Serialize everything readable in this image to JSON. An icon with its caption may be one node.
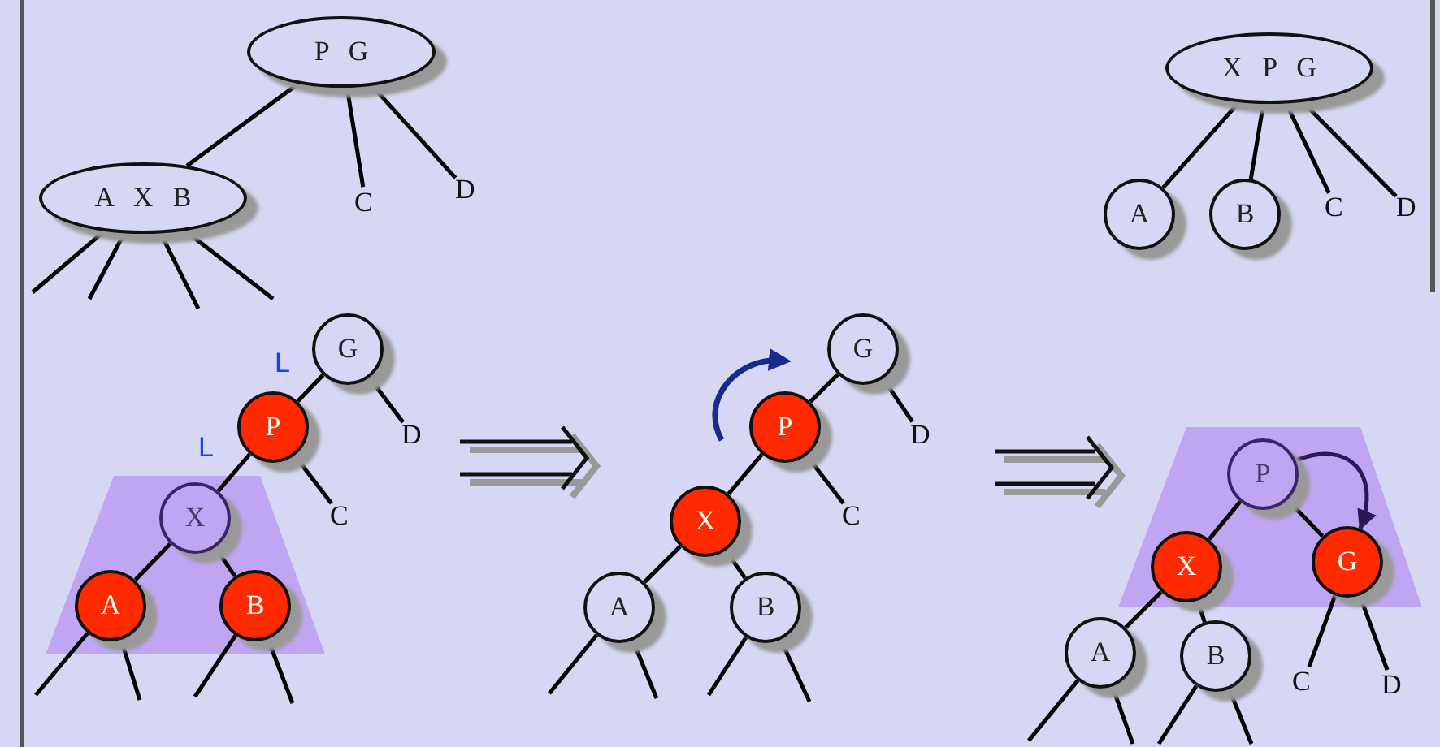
{
  "diagram": {
    "nodes": [
      {
        "text": [
          "P G"
        ]
      },
      {
        "text": [
          "A X B"
        ]
      },
      {
        "text": [
          "C"
        ]
      },
      {
        "text": [
          "D"
        ]
      },
      {
        "text": [
          "X P G"
        ]
      },
      {
        "text": [
          "A"
        ]
      },
      {
        "text": [
          "B"
        ]
      },
      {
        "text": [
          "C"
        ]
      },
      {
        "text": [
          "D"
        ]
      },
      {
        "text": [
          "G"
        ]
      },
      {
        "text": [
          "P"
        ]
      },
      {
        "text": [
          "X"
        ]
      },
      {
        "text": [
          "A"
        ]
      },
      {
        "text": [
          "B"
        ]
      },
      {
        "text": [
          "D"
        ]
      },
      {
        "text": [
          "C"
        ]
      },
      {
        "text": [
          "G"
        ]
      },
      {
        "text": [
          "P"
        ]
      },
      {
        "text": [
          "X"
        ]
      },
      {
        "text": [
          "A"
        ]
      },
      {
        "text": [
          "B"
        ]
      },
      {
        "text": [
          "D"
        ]
      },
      {
        "text": [
          "C"
        ]
      },
      {
        "text": [
          "P"
        ]
      },
      {
        "text": [
          "X"
        ]
      },
      {
        "text": [
          "G"
        ]
      },
      {
        "text": [
          "A"
        ]
      },
      {
        "text": [
          "B"
        ]
      },
      {
        "text": [
          "C"
        ]
      },
      {
        "text": [
          "D"
        ]
      }
    ],
    "edges": [
      {
        "from": 0,
        "to": 1,
        "arrow": "none"
      },
      {
        "from": 0,
        "to": 2,
        "arrow": "none"
      },
      {
        "from": 0,
        "to": 3,
        "arrow": "none"
      },
      {
        "from": 1,
        "to": null,
        "arrow": "none"
      },
      {
        "from": 1,
        "to": null,
        "arrow": "none"
      },
      {
        "from": 1,
        "to": null,
        "arrow": "none"
      },
      {
        "from": 1,
        "to": null,
        "arrow": "none"
      },
      {
        "from": 4,
        "to": 5,
        "arrow": "none"
      },
      {
        "from": 4,
        "to": 6,
        "arrow": "none"
      },
      {
        "from": 4,
        "to": 7,
        "arrow": "none"
      },
      {
        "from": 4,
        "to": 8,
        "arrow": "none"
      },
      {
        "from": 9,
        "to": 10,
        "arrow": "none",
        "label": "L"
      },
      {
        "from": 10,
        "to": 11,
        "arrow": "none",
        "label": "L"
      },
      {
        "from": 11,
        "to": 12,
        "arrow": "none"
      },
      {
        "from": 11,
        "to": 13,
        "arrow": "none"
      },
      {
        "from": 9,
        "to": 14,
        "arrow": "none"
      },
      {
        "from": 10,
        "to": 15,
        "arrow": "none"
      },
      {
        "from": 12,
        "to": null,
        "arrow": "none"
      },
      {
        "from": 12,
        "to": null,
        "arrow": "none"
      },
      {
        "from": 13,
        "to": null,
        "arrow": "none"
      },
      {
        "from": 13,
        "to": null,
        "arrow": "none"
      },
      {
        "from": 16,
        "to": 17,
        "arrow": "none"
      },
      {
        "from": 17,
        "to": 18,
        "arrow": "none"
      },
      {
        "from": 18,
        "to": 19,
        "arrow": "none"
      },
      {
        "from": 18,
        "to": 20,
        "arrow": "none"
      },
      {
        "from": 16,
        "to": 21,
        "arrow": "none"
      },
      {
        "from": 17,
        "to": 22,
        "arrow": "none"
      },
      {
        "from": 19,
        "to": null,
        "arrow": "none"
      },
      {
        "from": 19,
        "to": null,
        "arrow": "none"
      },
      {
        "from": 20,
        "to": null,
        "arrow": "none"
      },
      {
        "from": 20,
        "to": null,
        "arrow": "none"
      },
      {
        "from": 23,
        "to": 24,
        "arrow": "none"
      },
      {
        "from": 23,
        "to": 25,
        "arrow": "none"
      },
      {
        "from": 24,
        "to": 26,
        "arrow": "none"
      },
      {
        "from": 24,
        "to": 27,
        "arrow": "none"
      },
      {
        "from": 25,
        "to": 28,
        "arrow": "none"
      },
      {
        "from": 25,
        "to": 29,
        "arrow": "none"
      },
      {
        "from": 26,
        "to": null,
        "arrow": "none"
      },
      {
        "from": 26,
        "to": null,
        "arrow": "none"
      },
      {
        "from": 27,
        "to": null,
        "arrow": "none"
      },
      {
        "from": 27,
        "to": null,
        "arrow": "none"
      },
      {
        "from": 23,
        "to": 25,
        "arrow": "to",
        "color": "#2a1858"
      }
    ]
  }
}
